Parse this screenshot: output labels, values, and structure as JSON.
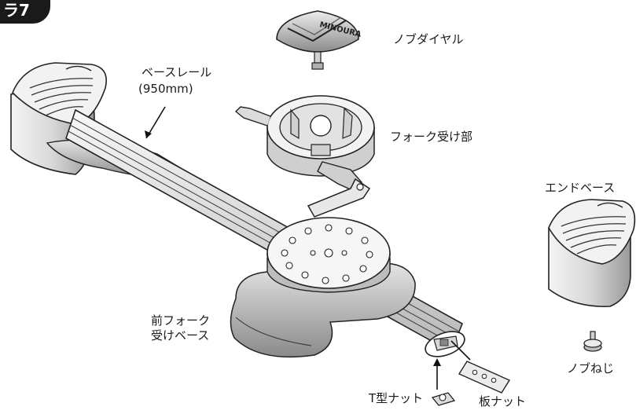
{
  "badge": "ラ7",
  "dial_logo": "MINOURA",
  "labels": {
    "knob_dial": "ノブダイヤル",
    "base_rail": "ベースレール",
    "base_rail_length": "(950mm)",
    "fork_mount": "フォーク受け部",
    "end_base": "エンドベース",
    "front_fork_base_line1": "前フォーク",
    "front_fork_base_line2": "受けベース",
    "knob_screw": "ノブねじ",
    "t_nut": "T型ナット",
    "plate_nut": "板ナット"
  }
}
